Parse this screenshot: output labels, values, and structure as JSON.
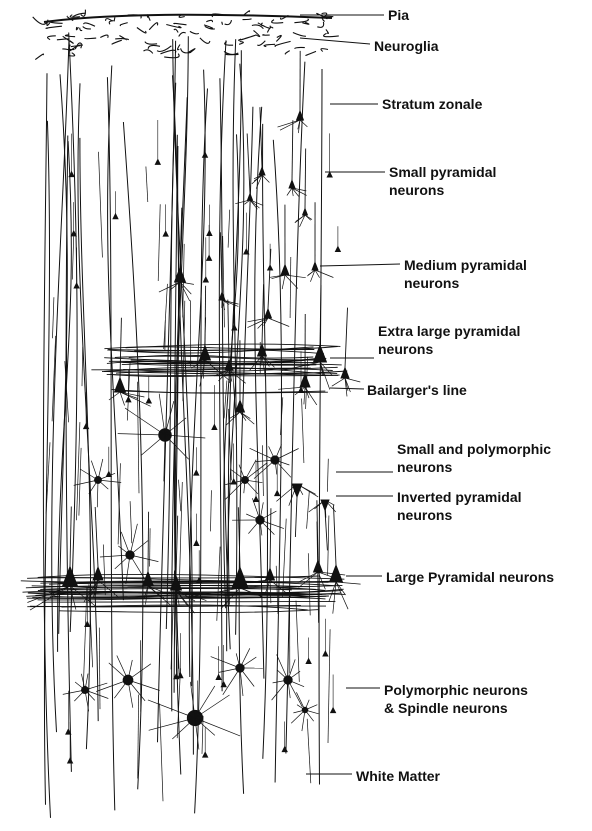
{
  "diagram": {
    "labels": [
      {
        "id": "pia",
        "lines": [
          "Pia"
        ]
      },
      {
        "id": "neuroglia",
        "lines": [
          "Neuroglia"
        ]
      },
      {
        "id": "stratum-zonale",
        "lines": [
          "Stratum zonale"
        ]
      },
      {
        "id": "small-pyramidal",
        "lines": [
          "Small pyramidal",
          "neurons"
        ]
      },
      {
        "id": "medium-pyramidal",
        "lines": [
          "Medium pyramidal",
          "neurons"
        ]
      },
      {
        "id": "extra-large-pyramidal",
        "lines": [
          "Extra large pyramidal",
          "neurons"
        ]
      },
      {
        "id": "bailarger",
        "lines": [
          "Bailarger's line"
        ]
      },
      {
        "id": "small-polymorphic",
        "lines": [
          "Small and polymorphic",
          "neurons"
        ]
      },
      {
        "id": "inverted-pyramidal",
        "lines": [
          "Inverted pyramidal",
          "neurons"
        ]
      },
      {
        "id": "large-pyramidal",
        "lines": [
          "Large Pyramidal neurons"
        ]
      },
      {
        "id": "polymorphic-spindle",
        "lines": [
          "Polymorphic neurons",
          "& Spindle neurons"
        ]
      },
      {
        "id": "white-matter",
        "lines": [
          "White Matter"
        ]
      }
    ]
  }
}
